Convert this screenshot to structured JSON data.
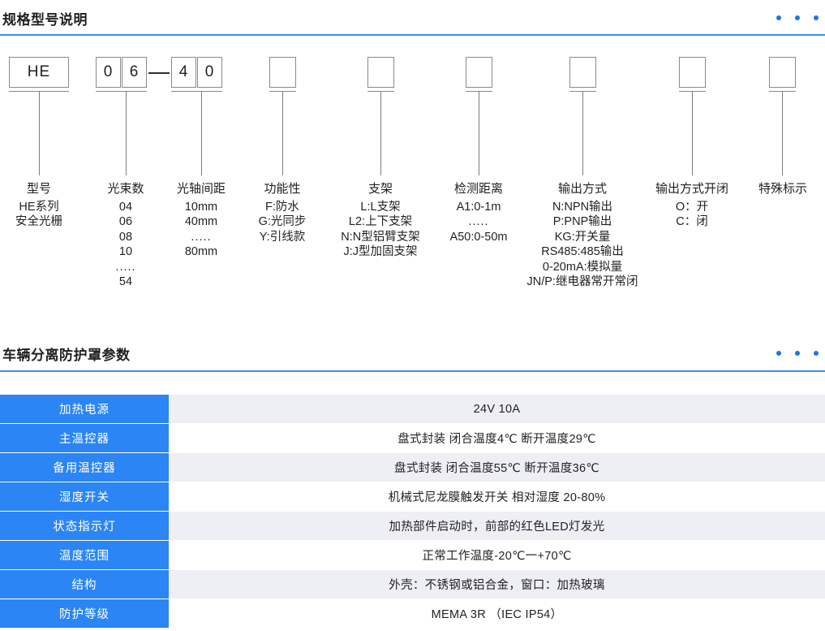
{
  "sections": [
    {
      "title": "规格型号说明",
      "dots": [
        "dot",
        "dot",
        "dot"
      ]
    },
    {
      "title": "车辆分离防护罩参数",
      "dots": [
        "dot",
        "dot",
        "dot"
      ]
    }
  ],
  "model_code": {
    "boxes": [
      {
        "text": "HE"
      },
      {
        "text": "0"
      },
      {
        "text": "6"
      },
      {
        "text": "4"
      },
      {
        "text": "0"
      },
      {
        "text": ""
      },
      {
        "text": ""
      },
      {
        "text": ""
      },
      {
        "text": ""
      },
      {
        "text": ""
      },
      {
        "text": ""
      }
    ],
    "separator": "—",
    "columns": [
      {
        "head": "型号",
        "lines": [
          "HE系列",
          "安全光栅"
        ]
      },
      {
        "head": "光束数",
        "lines": [
          "04",
          "06",
          "08",
          "10",
          ".....",
          "54"
        ]
      },
      {
        "head": "光轴间距",
        "lines": [
          "10mm",
          "40mm",
          ".....",
          "80mm"
        ]
      },
      {
        "head": "功能性",
        "lines": [
          "F:防水",
          "G:光同步",
          "Y:引线款"
        ]
      },
      {
        "head": "支架",
        "lines": [
          "L:L支架",
          "L2:上下支架",
          "N:N型铝臂支架",
          "J:J型加固支架"
        ]
      },
      {
        "head": "检测距离",
        "lines": [
          "A1:0-1m",
          ".....",
          "A50:0-50m"
        ]
      },
      {
        "head": "输出方式",
        "lines": [
          "N:NPN输出",
          "P:PNP输出",
          "KG:开关量",
          "RS485:485输出",
          "0-20mA:模拟量",
          "JN/P:继电器常开常闭"
        ]
      },
      {
        "head": "输出方式开闭",
        "lines": [
          "O：开",
          "C：闭"
        ]
      },
      {
        "head": "特殊标示",
        "lines": []
      }
    ]
  },
  "spec_table": {
    "rows": [
      {
        "label": "加热电源",
        "value": "24V  10A"
      },
      {
        "label": "主温控器",
        "value": "盘式封装  闭合温度4℃  断开温度29℃"
      },
      {
        "label": "备用温控器",
        "value": "盘式封装  闭合温度55℃  断开温度36℃"
      },
      {
        "label": "湿度开关",
        "value": "机械式尼龙膜触发开关  相对湿度  20-80%"
      },
      {
        "label": "状态指示灯",
        "value": "加热部件启动时，前部的红色LED灯发光"
      },
      {
        "label": "温度范围",
        "value": "正常工作温度-20℃一+70℃"
      },
      {
        "label": "结构",
        "value": "外壳：不锈钢或铝合金，窗口：加热玻璃"
      },
      {
        "label": "防护等级",
        "value": "MEMA  3R  （IEC  IP54）"
      }
    ]
  },
  "colors": {
    "accent_blue": "#2b85f5",
    "rule_blue": "#3b8ef0",
    "dot_blue": "#1677e8",
    "row_alt": "#edeff5",
    "text": "#231f20",
    "line_gray": "#8a8a8a"
  }
}
